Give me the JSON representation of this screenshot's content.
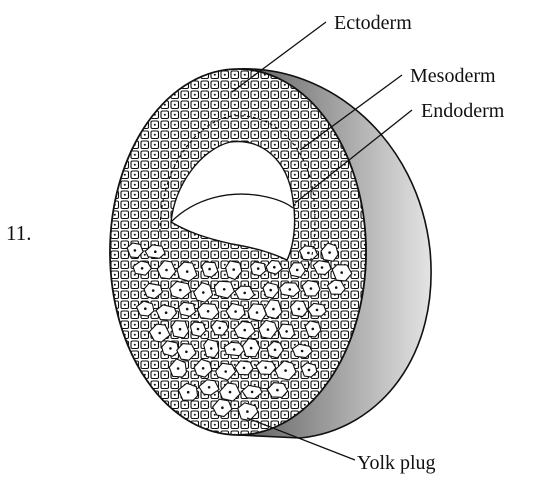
{
  "question_number": "11.",
  "labels": {
    "ectoderm": "Ectoderm",
    "mesoderm": "Mesoderm",
    "endoderm": "Endoderm",
    "yolk_plug": "Yolk plug"
  },
  "colors": {
    "ink": "#111111",
    "shell_dark": "#6f6f6f",
    "shell_light": "#c9c9c9",
    "background": "#ffffff"
  }
}
